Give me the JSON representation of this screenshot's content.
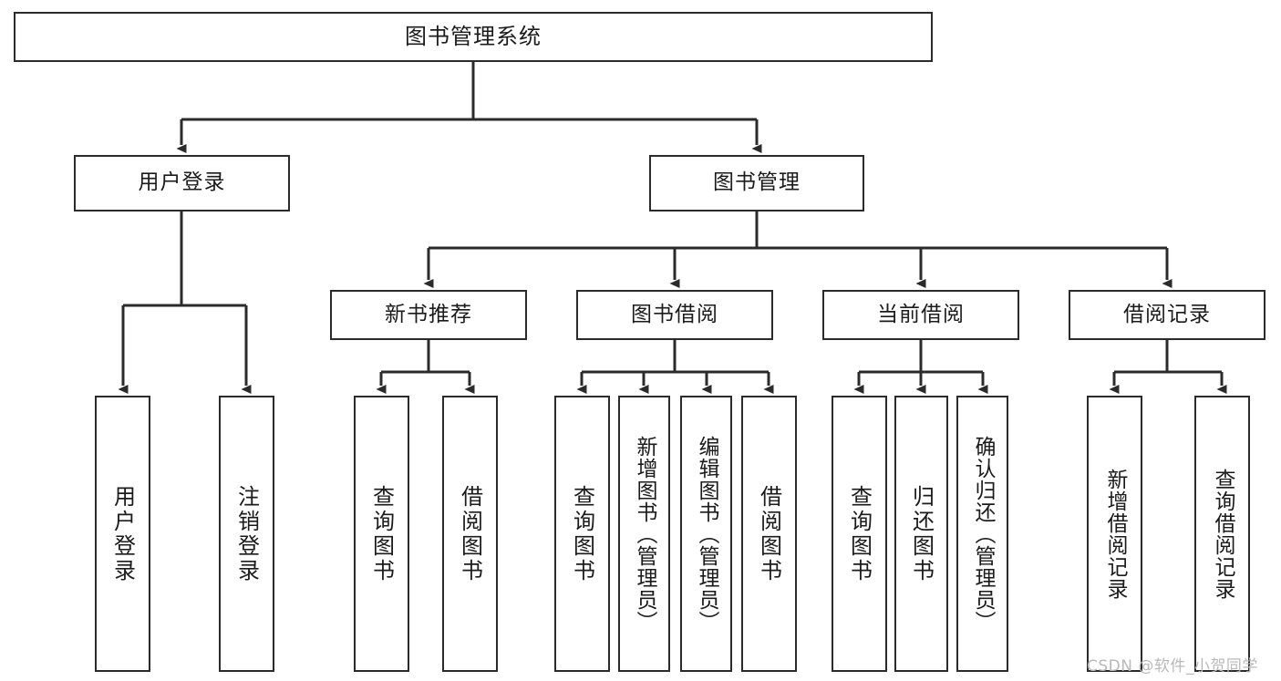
{
  "diagram": {
    "title": "图书管理系统",
    "type": "tree",
    "orientation": "top-down",
    "line_color": "#2b2b2b",
    "box_fill": "#ffffff",
    "background": "#ffffff"
  },
  "nodes": {
    "root": {
      "label": "图书管理系统",
      "level": 1
    },
    "level2": [
      {
        "id": "user-login",
        "label": "用户登录"
      },
      {
        "id": "book-manage",
        "label": "图书管理"
      }
    ],
    "level3": [
      {
        "id": "new-book-recommend",
        "label": "新书推荐",
        "parent": "book-manage"
      },
      {
        "id": "book-borrow",
        "label": "图书借阅",
        "parent": "book-manage"
      },
      {
        "id": "current-borrow",
        "label": "当前借阅",
        "parent": "book-manage"
      },
      {
        "id": "borrow-record",
        "label": "借阅记录",
        "parent": "book-manage"
      }
    ],
    "leaves": [
      {
        "id": "leaf-user-login",
        "label": "用户登录",
        "parent": "user-login"
      },
      {
        "id": "leaf-user-logout",
        "label": "注销登录",
        "parent": "user-login"
      },
      {
        "id": "leaf-query-book-1",
        "label": "查询图书",
        "parent": "new-book-recommend"
      },
      {
        "id": "leaf-borrow-book-1",
        "label": "借阅图书",
        "parent": "new-book-recommend"
      },
      {
        "id": "leaf-query-book-2",
        "label": "查询图书",
        "parent": "book-borrow"
      },
      {
        "id": "leaf-add-book",
        "label": "新增图书（管理员）",
        "parent": "book-borrow"
      },
      {
        "id": "leaf-edit-book",
        "label": "编辑图书（管理员）",
        "parent": "book-borrow"
      },
      {
        "id": "leaf-borrow-book-2",
        "label": "借阅图书",
        "parent": "book-borrow"
      },
      {
        "id": "leaf-query-book-3",
        "label": "查询图书",
        "parent": "current-borrow"
      },
      {
        "id": "leaf-return-book",
        "label": "归还图书",
        "parent": "current-borrow"
      },
      {
        "id": "leaf-confirm-return",
        "label": "确认归还（管理员）",
        "parent": "current-borrow"
      },
      {
        "id": "leaf-add-record",
        "label": "新增借阅记录",
        "parent": "borrow-record"
      },
      {
        "id": "leaf-query-record",
        "label": "查询借阅记录",
        "parent": "borrow-record"
      }
    ]
  },
  "watermark": {
    "text": "CSDN @软件_小贺同学"
  }
}
